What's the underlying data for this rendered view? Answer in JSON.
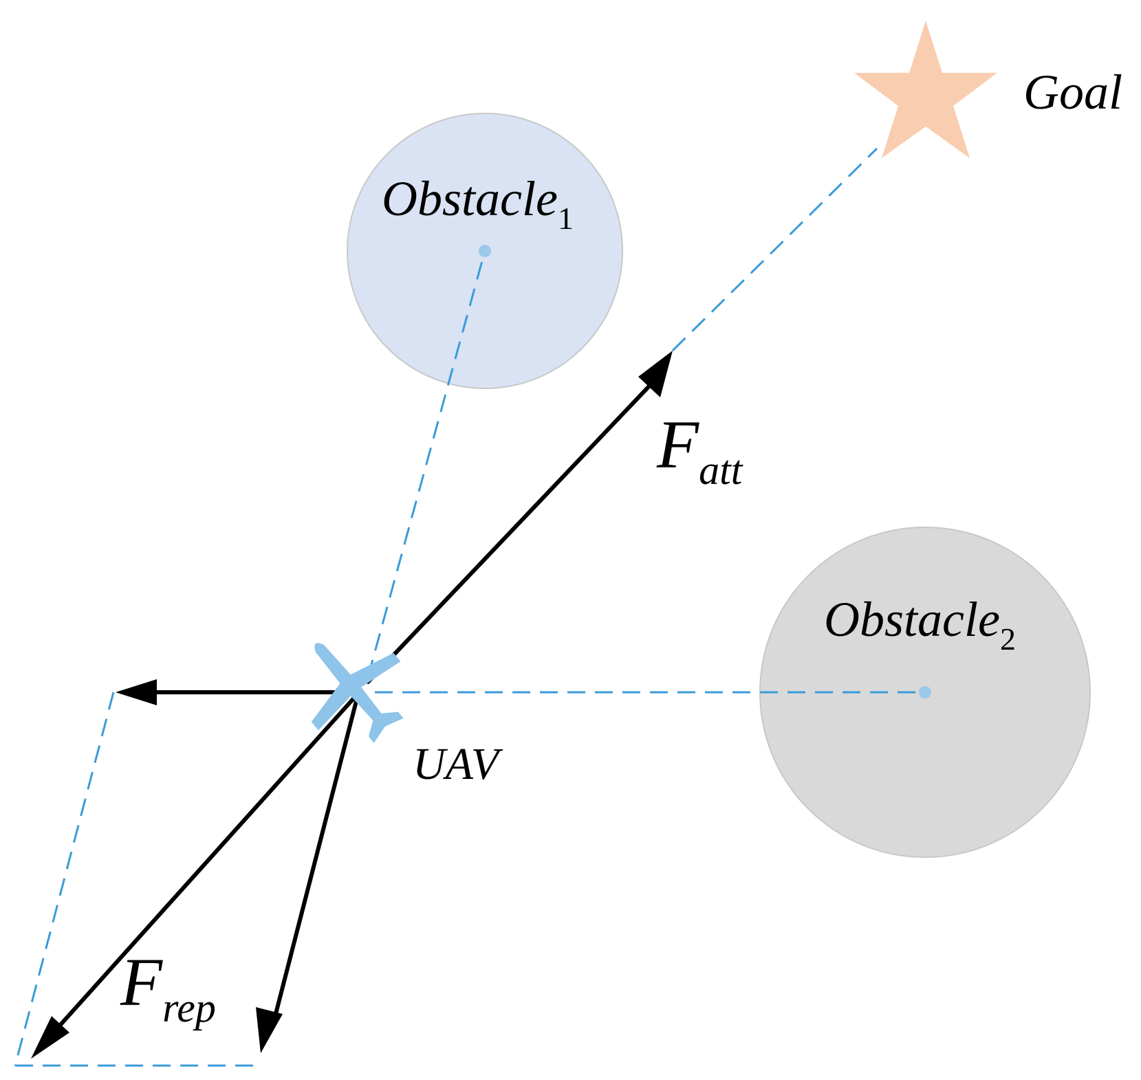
{
  "labels": {
    "goal": "Goal",
    "obstacle1": "Obstacle",
    "obstacle1_sub": "1",
    "obstacle2": "Obstacle",
    "obstacle2_sub": "2",
    "uav": "UAV",
    "f_att": "F",
    "f_att_sub": "att",
    "f_rep": "F",
    "f_rep_sub": "rep"
  },
  "colors": {
    "obstacle1_fill": "#d9e3f3",
    "obstacle2_fill": "#d9d9d9",
    "obstacle_stroke": "#c8c8c8",
    "goal_star": "#f9cdaf",
    "dashed_line": "#3a9bd9",
    "center_dot": "#9cc8ea",
    "uav_icon": "#8ec3ea",
    "arrow": "#000000"
  },
  "icons": {
    "goal": "star-icon",
    "uav": "airplane-icon"
  }
}
